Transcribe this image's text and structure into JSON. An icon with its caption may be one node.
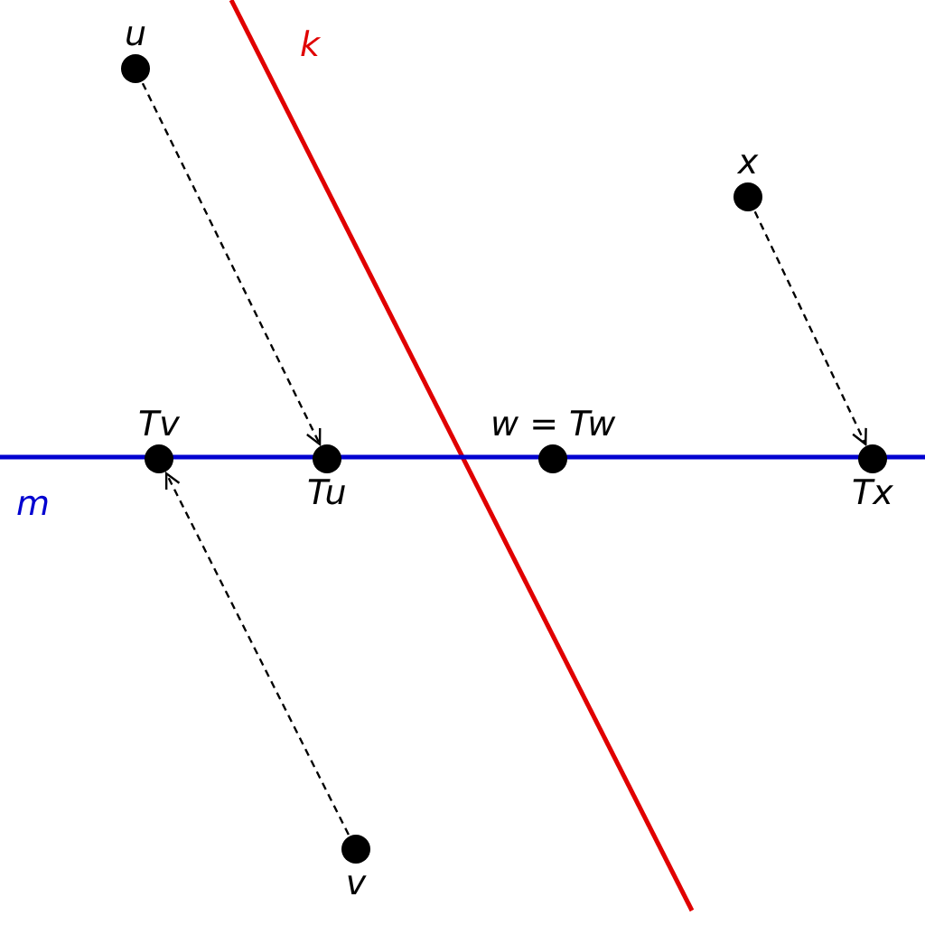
{
  "diagram": {
    "nodes": [
      {
        "text": [
          "u"
        ]
      },
      {
        "text": [
          "x"
        ]
      },
      {
        "text": [
          "Tv"
        ]
      },
      {
        "text": [
          "w = Tw"
        ]
      },
      {
        "text": [
          "Tu"
        ]
      },
      {
        "text": [
          "Tx"
        ]
      },
      {
        "text": [
          "v"
        ]
      }
    ],
    "edges": [
      {
        "from": 0,
        "to": 4,
        "arrow": "to",
        "style": "dashed"
      },
      {
        "from": 1,
        "to": 5,
        "arrow": "to",
        "style": "dashed"
      },
      {
        "from": 6,
        "to": 2,
        "arrow": "to",
        "style": "dashed"
      }
    ],
    "labels": [
      "k",
      "m"
    ]
  }
}
